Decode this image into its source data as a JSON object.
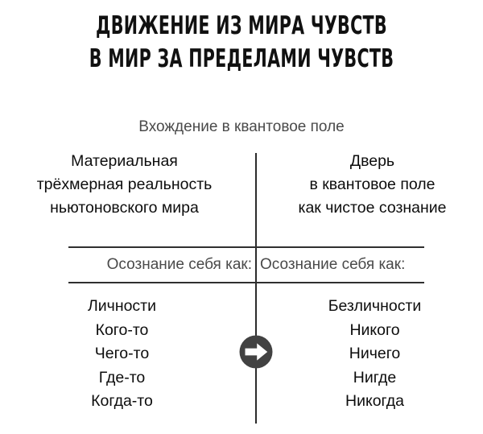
{
  "title": {
    "line1": "Движение из мира чувств",
    "line2": "В мир за пределами чувств"
  },
  "subtitle": "Вхождение в квантовое поле",
  "columns": {
    "left": {
      "heading_lines": [
        "Материальная",
        "трёхмерная реальность",
        "ньютоновского мира"
      ],
      "band_label": "Осознание себя как:",
      "items": [
        "Личности",
        "Кого-то",
        "Чего-то",
        "Где-то",
        "Когда-то"
      ]
    },
    "right": {
      "heading_lines": [
        "Дверь",
        "в квантовое поле",
        "как чистое сознание"
      ],
      "band_label": "Осознание себя как:",
      "items": [
        "Безличности",
        "Никого",
        "Ничего",
        "Нигде",
        "Никогда"
      ]
    }
  },
  "center_marker": {
    "icon": "arrow-right-circle-icon",
    "direction": "right"
  },
  "colors": {
    "background": "#ffffff",
    "title_text": "#111111",
    "body_text": "#0d0d0d",
    "muted_text": "#4a4a4a",
    "divider": "#2b2b2b",
    "rule": "#2f2f2f",
    "badge_fill": "#424242"
  }
}
